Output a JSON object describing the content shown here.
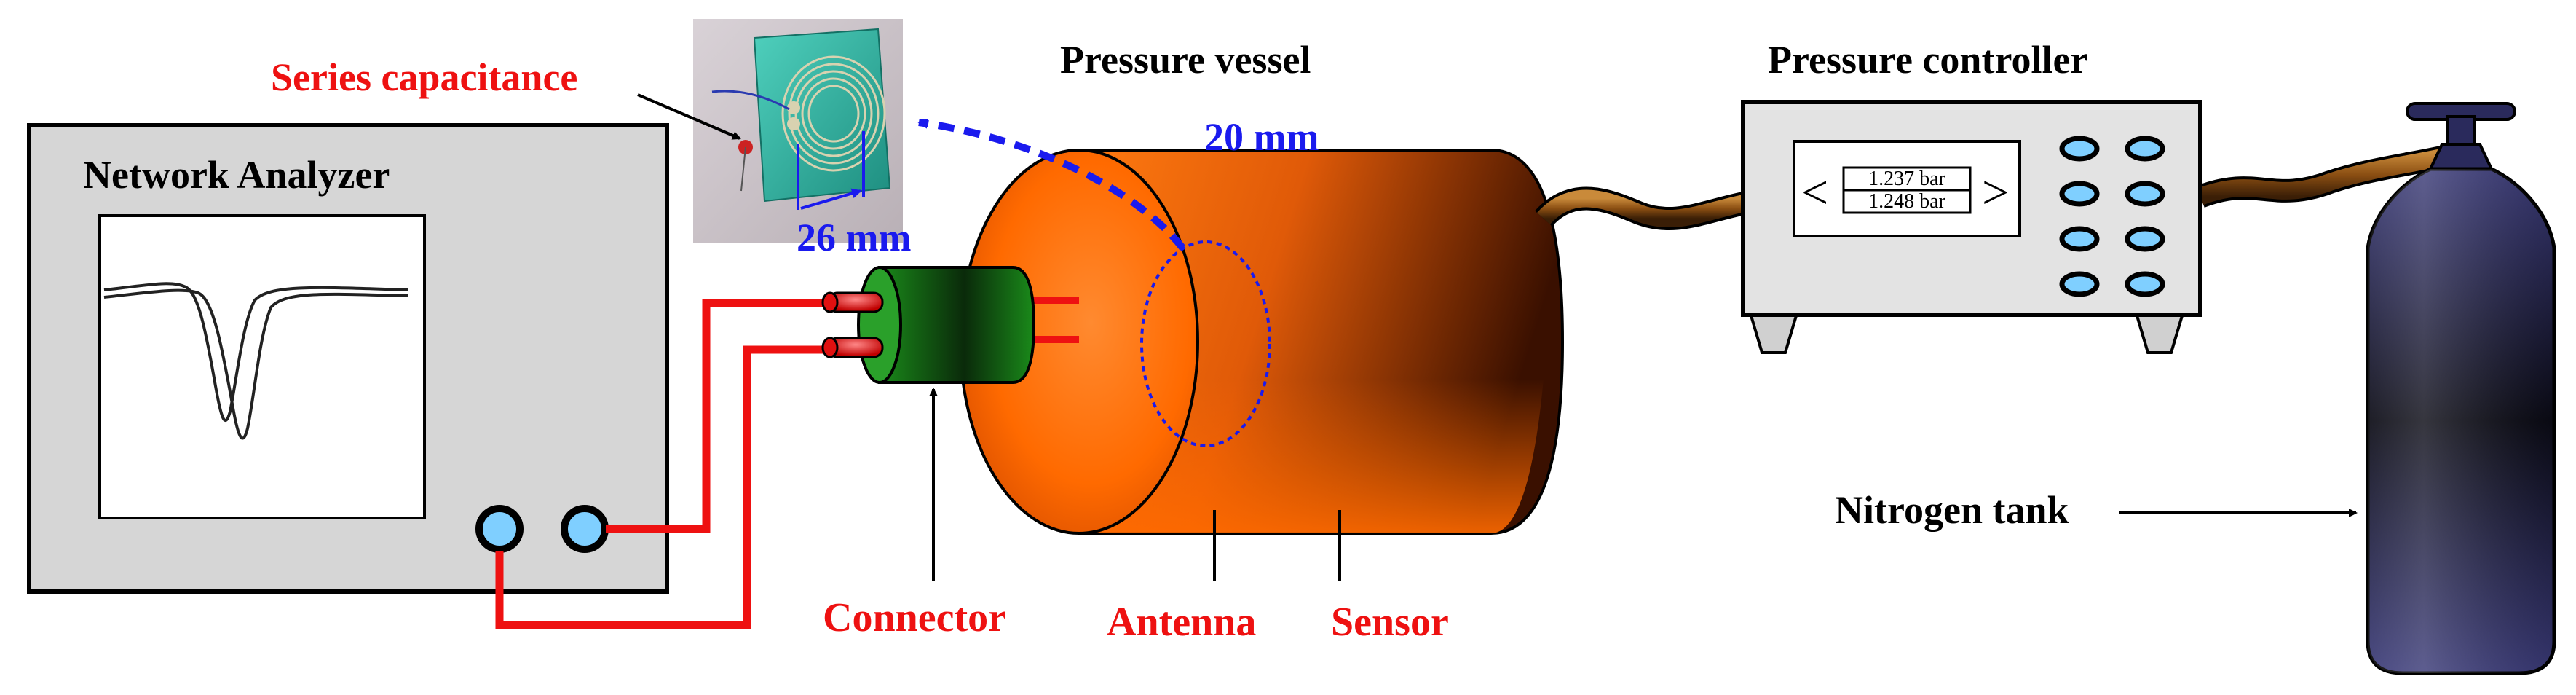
{
  "labels": {
    "series_capacitance": "Series capacitance",
    "network_analyzer": "Network Analyzer",
    "pressure_vessel": "Pressure vessel",
    "pressure_controller": "Pressure controller",
    "dim_20mm": "20 mm",
    "dim_26mm": "26 mm",
    "connector": "Connector",
    "antenna": "Antenna",
    "sensor": "Sensor",
    "nitrogen_tank": "Nitrogen tank"
  },
  "controller_display": {
    "reading_1": "1.237 bar",
    "reading_2": "1.248 bar",
    "left_chevron": "<",
    "right_chevron": ">"
  },
  "colors": {
    "label_red": "#ee1111",
    "label_blue": "#1a1aee",
    "label_black": "#000000",
    "cable_red": "#ee1111",
    "vessel_orange": "#ff6a00",
    "vessel_dark": "#4a1600",
    "connector_green": "#1f8a1f",
    "port_blue": "#7fcfff",
    "analyzer_gray": "#d6d6d6",
    "controller_gray": "#e3e3e3",
    "tank_navy": "#2a2a5c",
    "hose_brown": "#8a4e12",
    "pcb_teal": "#2fb3a0"
  }
}
